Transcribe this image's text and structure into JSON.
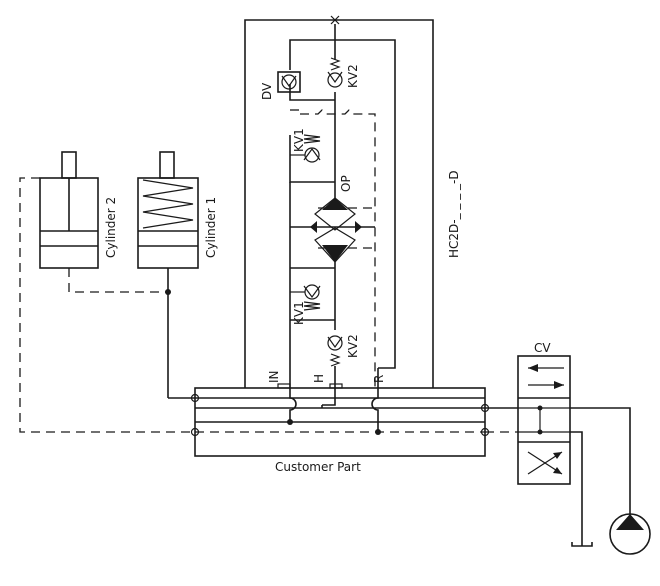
{
  "labels": {
    "dv": "DV",
    "kv2_top": "KV2",
    "kv1_top": "KV1",
    "op": "OP",
    "kv1_bottom": "KV1",
    "kv2_bottom": "KV2",
    "hc2d": "HC2D-_ _ _ _-D",
    "cylinder1": "Cylinder 1",
    "cylinder2": "Cylinder 2",
    "port_in": "IN",
    "port_h": "H",
    "port_r": "R",
    "customer_part": "Customer Part",
    "cv": "CV"
  },
  "colors": {
    "line": "#1a1a1a",
    "background": "#ffffff"
  }
}
